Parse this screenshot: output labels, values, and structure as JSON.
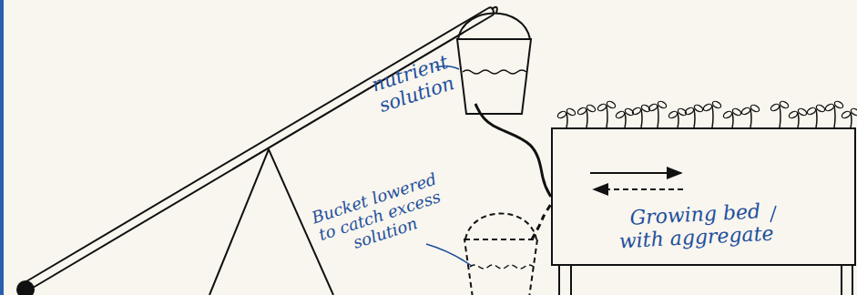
{
  "diagram": {
    "nodes": [
      {
        "text": [
          "nutrient solution"
        ]
      },
      {
        "text": [
          "Bucket lowered to catch excess solution"
        ]
      },
      {
        "text": [
          "Growing bed with aggregate"
        ]
      }
    ],
    "edges": [
      {
        "from": 0,
        "to": 2,
        "arrow": "none"
      },
      {
        "from": 1,
        "to": 2,
        "arrow": "none"
      }
    ]
  }
}
